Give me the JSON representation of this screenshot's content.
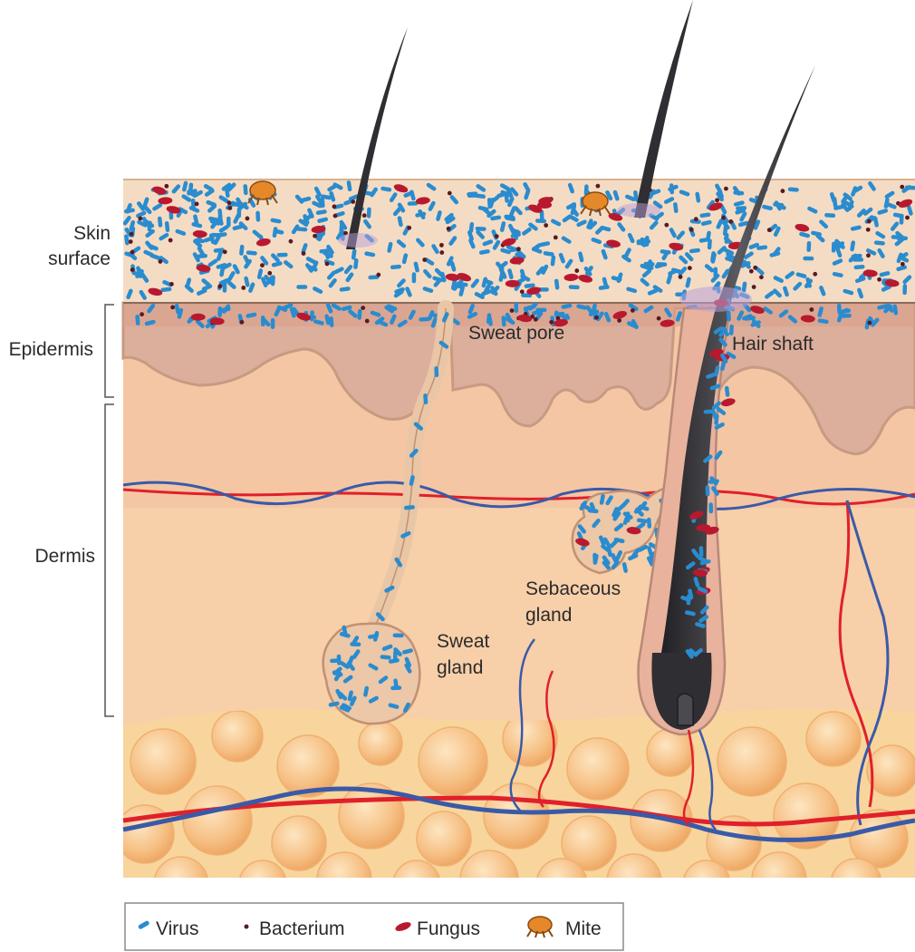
{
  "layers": {
    "skin_surface": [
      "Skin",
      "surface"
    ],
    "epidermis": "Epidermis",
    "dermis": "Dermis"
  },
  "structures": {
    "sweat_pore": "Sweat pore",
    "hair_shaft": "Hair shaft",
    "sebaceous_gland": [
      "Sebaceous",
      "gland"
    ],
    "sweat_gland": [
      "Sweat",
      "gland"
    ]
  },
  "legend": {
    "virus": "Virus",
    "bacterium": "Bacterium",
    "fungus": "Fungus",
    "mite": "Mite"
  },
  "colors": {
    "virus": "#2a8ccf",
    "bacterium": "#5a1a22",
    "fungus": "#b8192e",
    "artery": "#e0202a",
    "vein": "#3a5aa8",
    "surface": "#f4dcc4",
    "epidermis": "#dcae9c",
    "dermis": "#f5c6a4",
    "fat": "#f7c98a",
    "hair": "#3a3a3e",
    "mite": "#e5882a"
  }
}
